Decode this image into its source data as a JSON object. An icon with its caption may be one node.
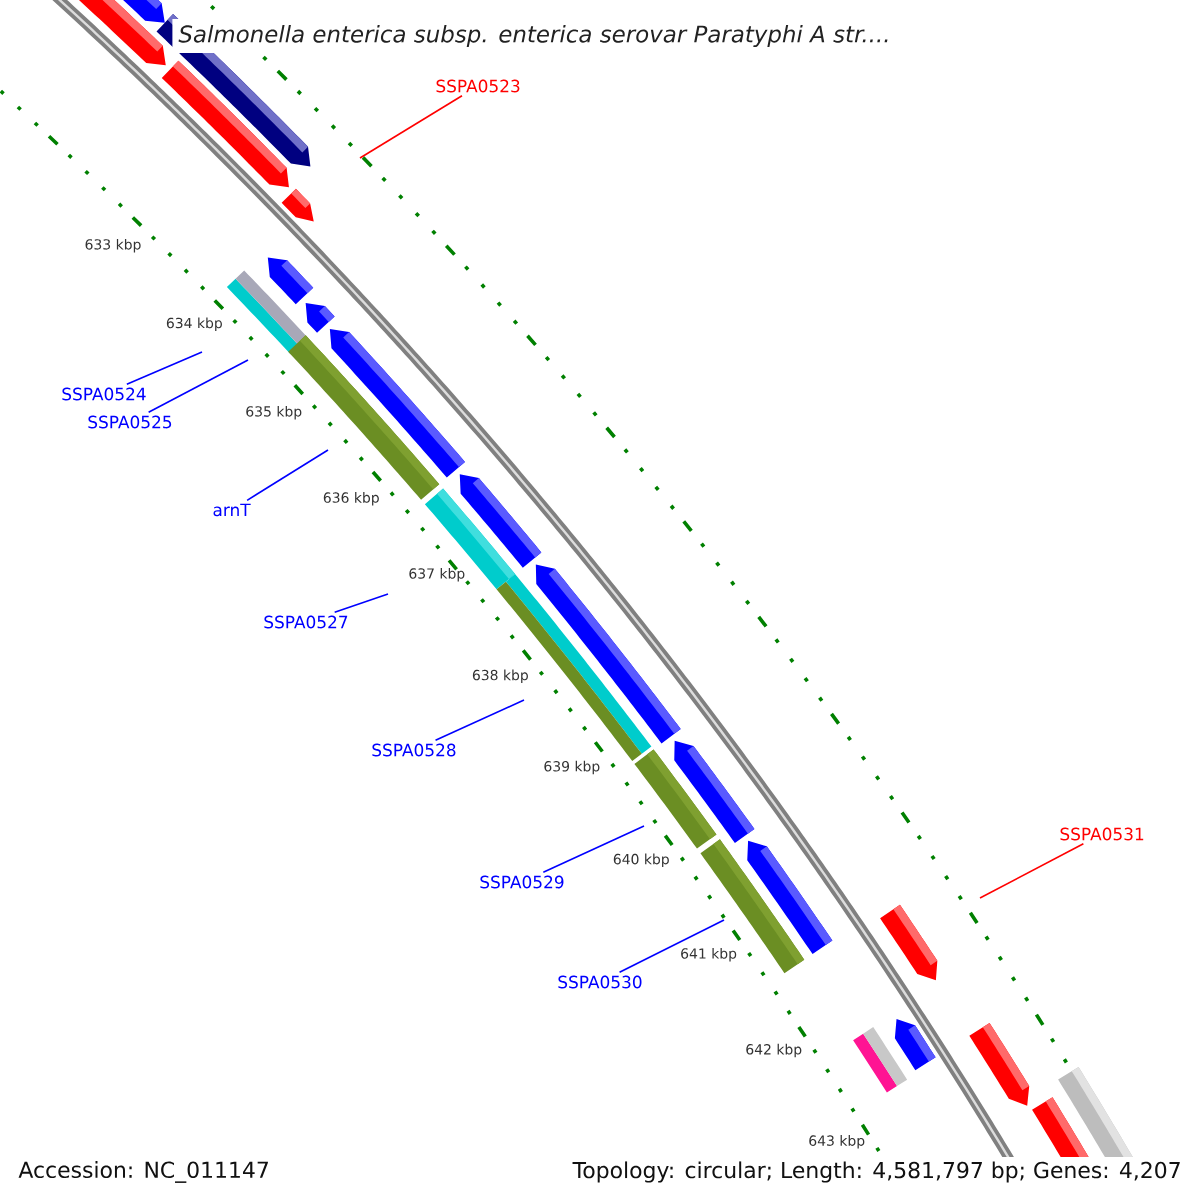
{
  "diagram": {
    "title": "Salmonella enterica subsp. enterica serovar Paratyphi A str....",
    "nodes": [
      {
        "text": [
          "SSPA0523"
        ]
      },
      {
        "text": [
          "SSPA0524"
        ]
      },
      {
        "text": [
          "SSPA0525"
        ]
      },
      {
        "text": [
          "arnT"
        ]
      },
      {
        "text": [
          "SSPA0527"
        ]
      },
      {
        "text": [
          "SSPA0528"
        ]
      },
      {
        "text": [
          "SSPA0531"
        ]
      },
      {
        "text": [
          "SSPA0529"
        ]
      },
      {
        "text": [
          "SSPA0530"
        ]
      }
    ],
    "edges": [
      {
        "from": 0,
        "to": null,
        "arrow": "none",
        "color": "#ff0000"
      },
      {
        "from": 1,
        "to": null,
        "arrow": "none"
      },
      {
        "from": 2,
        "to": null,
        "arrow": "none"
      },
      {
        "from": 3,
        "to": null,
        "arrow": "none"
      },
      {
        "from": 4,
        "to": null,
        "arrow": "none"
      },
      {
        "from": 5,
        "to": null,
        "arrow": "none"
      },
      {
        "from": 6,
        "to": null,
        "arrow": "none",
        "color": "#ff0000"
      },
      {
        "from": 7,
        "to": null,
        "arrow": "none"
      },
      {
        "from": 8,
        "to": null,
        "arrow": "none"
      }
    ],
    "labels": [
      "633 kbp",
      "634 kbp",
      "635 kbp",
      "636 kbp",
      "637 kbp",
      "638 kbp",
      "639 kbp",
      "640 kbp",
      "641 kbp",
      "642 kbp",
      "643 kbp",
      "Accession: NC_011147",
      "Topology: circular; Length: 4,581,797 bp; Genes: 4,207"
    ]
  }
}
